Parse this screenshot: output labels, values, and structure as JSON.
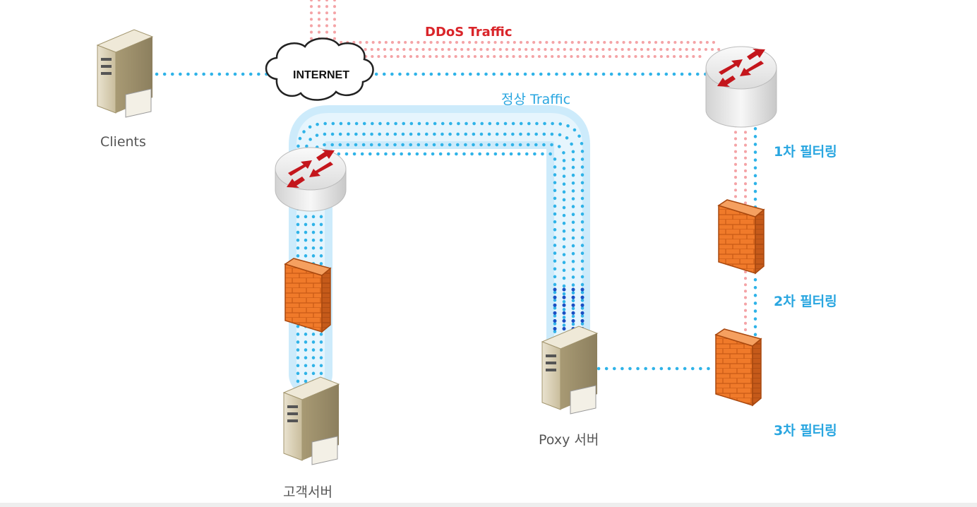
{
  "labels": {
    "clients": "Clients",
    "internet": "INTERNET",
    "ddos": "DDoS Traffic",
    "normal": "정상 Traffic",
    "filter1": "1차 필터링",
    "filter2": "2차 필터링",
    "filter3": "3차 필터링",
    "proxy": "Poxy 서버",
    "customer": "고객서버"
  },
  "colors": {
    "ddos_line": "#f4a3a6",
    "normal_line": "#2fb3e8",
    "normal_dark": "#1a4fc4",
    "glow": "#bfe6fb",
    "label_blue": "#29a6e0",
    "label_red": "#d9252a",
    "firewall": "#f07a2a",
    "router": "#e8e8e8",
    "router_arrow": "#c4161c"
  }
}
